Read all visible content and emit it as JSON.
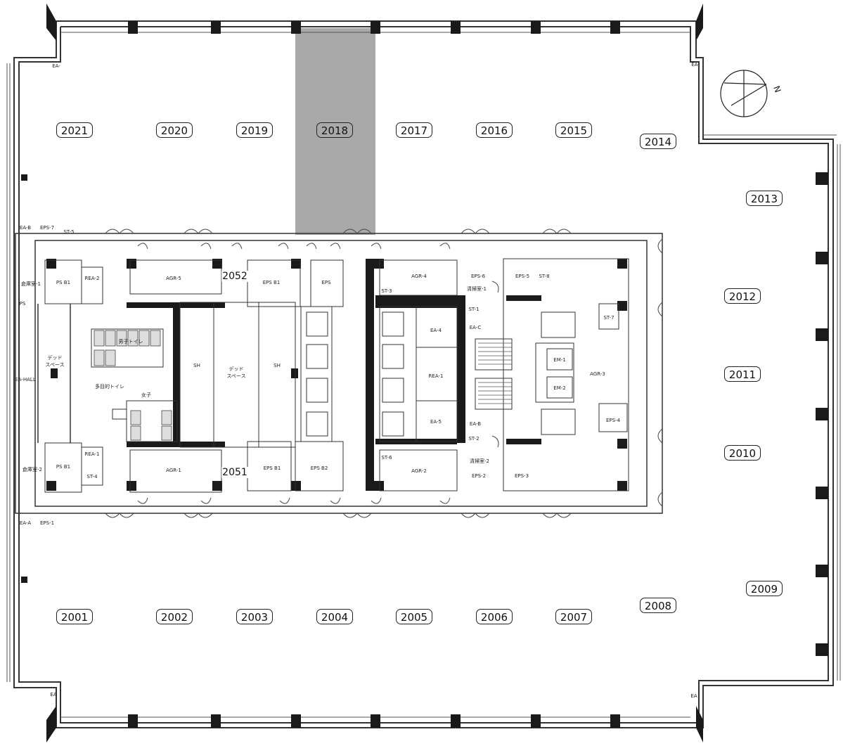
{
  "units": {
    "u2001": "2001",
    "u2002": "2002",
    "u2003": "2003",
    "u2004": "2004",
    "u2005": "2005",
    "u2006": "2006",
    "u2007": "2007",
    "u2008": "2008",
    "u2009": "2009",
    "u2010": "2010",
    "u2011": "2011",
    "u2012": "2012",
    "u2013": "2013",
    "u2014": "2014",
    "u2015": "2015",
    "u2016": "2016",
    "u2017": "2017",
    "u2018": "2018",
    "u2019": "2019",
    "u2020": "2020",
    "u2021": "2021"
  },
  "selected_unit": "2018",
  "core_units": {
    "c2052": "2052",
    "c2051": "2051"
  },
  "rooms": {
    "agr5": "AGR-5",
    "agr1": "AGR-1",
    "agr3": "AGR-3",
    "agr4": "AGR-4",
    "agr2": "AGR-2",
    "eps_b1_top": "EPS B1",
    "eps_top": "EPS",
    "eps_b1_bot": "EPS B1",
    "eps_b2_bot": "EPS B2",
    "eps7": "EPS-7",
    "eps1": "EPS-1",
    "eps4": "EPS-4",
    "eps5": "EPS-5",
    "eps3": "EPS-3",
    "eps2": "EPS-2",
    "eps6": "EPS-6",
    "ps_b1_top": "PS B1",
    "ps_b1_bot": "PS B1",
    "rea2": "REA-2",
    "rea1_left": "REA-1",
    "rea1_core": "REA-1",
    "dead_left": "デッド\nスペース",
    "dead_center": "デッド\nスペース",
    "sh_a": "SH",
    "sh_b": "SH",
    "toilet_m": "男子トイレ",
    "toilet_f": "女子",
    "multi_toilet": "多目的トイレ",
    "ea4": "EA-4",
    "ea5": "EA-5",
    "ea_a": "EA-A",
    "ea_c": "EA-C",
    "ea_b": "EA-B",
    "st1": "ST-1",
    "st2": "ST-2",
    "st3": "ST-3",
    "st4": "ST-4",
    "st5": "ST-5",
    "st6": "ST-6",
    "st7": "ST-7",
    "st8": "ST-8",
    "em1": "EM-1",
    "em2": "EM-2",
    "storage1": "清掃室-1",
    "storage2": "清掃室-2",
    "storage3": "倉庫室-1",
    "storage4": "倉庫室-2",
    "ea_tl": "EA-",
    "ea_tr": "EA-",
    "ea_bl": "EA",
    "ea_br": "EA",
    "ps_left": "PS",
    "ea_hall": "EA-HALL",
    "ea_b1": "EA-B"
  },
  "colors": {
    "wall": "#1a1a1a",
    "selected_fill": "#a9a9a9",
    "outline": "#333333"
  },
  "compass_icon": "north-arrow-icon"
}
